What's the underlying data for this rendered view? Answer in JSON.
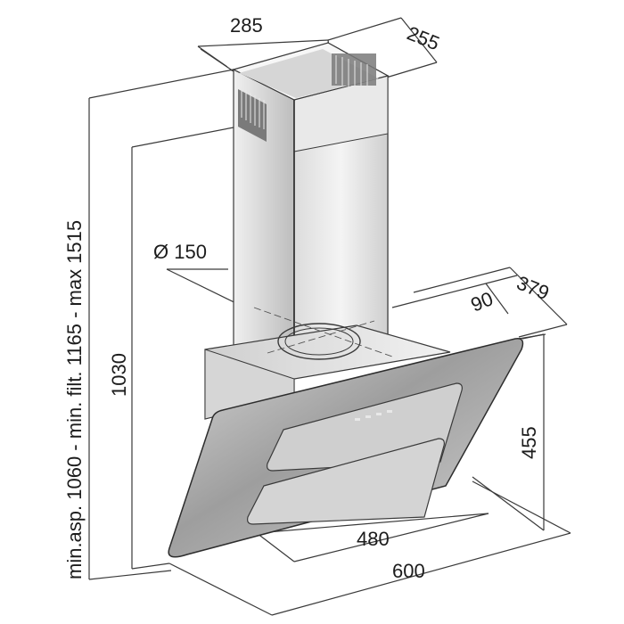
{
  "dimensions": {
    "chimney_width": "285",
    "chimney_depth": "255",
    "outlet_diameter": "Ø 150",
    "wall_gap": "90",
    "total_depth": "379",
    "hood_height": "455",
    "glass_width": "480",
    "total_width": "600",
    "height_1030": "1030",
    "height_range": "min.asp. 1060 - min. filt. 1165 - max 1515"
  },
  "colors": {
    "stroke": "#3a3a3a",
    "steel_light": "#e6e6e6",
    "steel_dark": "#9a9a9a",
    "glass": "#8c8c8c"
  }
}
